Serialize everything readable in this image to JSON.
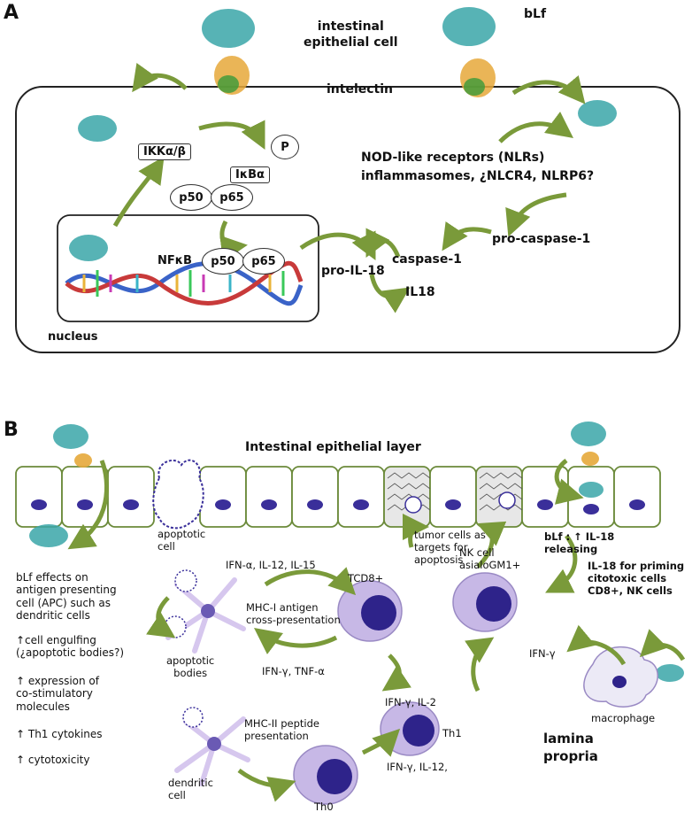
{
  "panel_a": {
    "letter": "A",
    "intestinal_epithelial_cell": "intestinal\nepithelial cell",
    "blf": "bLf",
    "intelectin": "intelectin",
    "ikk": "IKKα/β",
    "p": "P",
    "ikba": "IκBα",
    "p50": "p50",
    "p65": "p65",
    "nfkb": "NFκB",
    "p50_nuc": "p50",
    "p65_nuc": "p65",
    "nlr_line1": "NOD-like receptors (NLRs)",
    "nlr_line2": "inflammasomes, ¿NLCR4, NLRP6?",
    "pro_caspase": "pro-caspase-1",
    "caspase": "caspase-1",
    "pro_il18": "pro-IL-18",
    "il18": "IL18",
    "nucleus": "nucleus"
  },
  "panel_b": {
    "letter": "B",
    "layer_title": "Intestinal epithelial layer",
    "apoptotic_cell": "apoptotic\ncell",
    "tumor_cells": "tumor cells as\ntargets for\napoptosis",
    "blf_il18": "bLf : ↑ IL-18\nreleasing",
    "il18_priming": "IL-18 for priming\ncitotoxic cells\nCD8+, NK cells",
    "blf_effects": "bLf effects on\nantigen presenting\ncell (APC) such as\ndendritic cells",
    "cell_engulfing": "↑cell engulfing\n(¿apoptotic bodies?)",
    "expression": "↑ expression of\nco-stimulatory\nmolecules",
    "th1_cytokines": "↑ Th1 cytokines",
    "cytotoxicity": "↑ cytotoxicity",
    "ifn_il12_il15": "IFN-α, IL-12, IL-15",
    "tcd8": "TCD8+",
    "nk_cell": "NK cell\nasialoGM1+",
    "mhc1": "MHC-I antigen\ncross-presentation",
    "apoptotic_bodies": "apoptotic\nbodies",
    "ifn_tnf": "IFN-γ, TNF-α",
    "ifn_il2": "IFN-γ, IL-2",
    "mhc2": "MHC-II peptide\npresentation",
    "th1": "Th1",
    "dendritic_cell": "dendritic\ncell",
    "th0": "Th0",
    "ifn_il12": "IFN-γ, IL-12,",
    "ifn_gamma": "IFN-γ",
    "macrophage": "macrophage",
    "lamina_propria": "lamina\npropria"
  },
  "colors": {
    "arrow_green": "#7a9a3a",
    "arrow_fill": "#dfe8c4",
    "cell_border": "#6b8a3a",
    "nucleus_blue": "#3a2f9a",
    "protein_teal": "#3aa6a8",
    "immune_lilac": "#c7b8e6"
  }
}
